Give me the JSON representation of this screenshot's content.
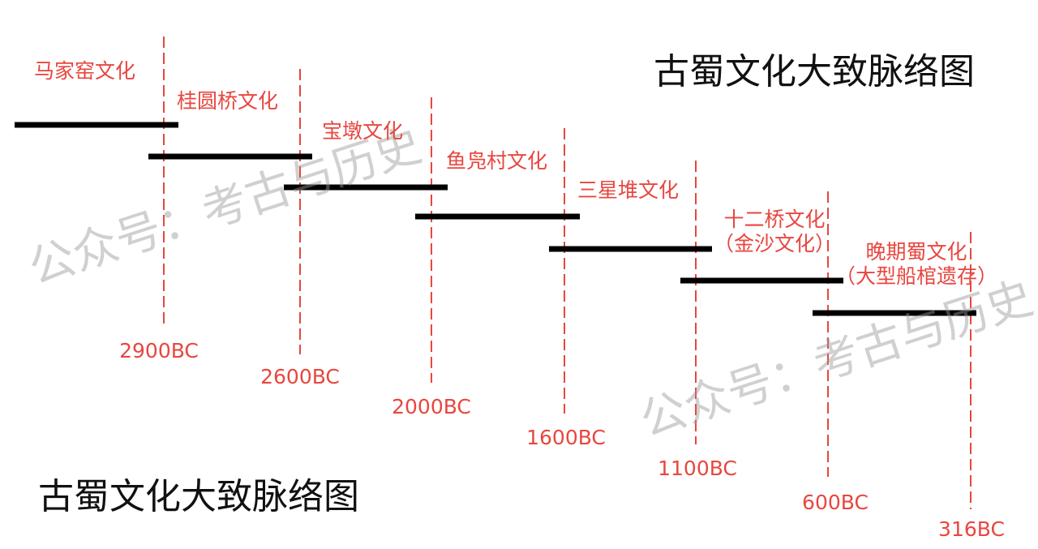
{
  "title": "古蜀文化大致脉络图",
  "watermark": "公众号：考古与历史",
  "colors": {
    "accent": "#e8463f",
    "bar": "#000000",
    "title": "#111111",
    "watermark": "#9a9a9a"
  },
  "years": [
    "2900BC",
    "2600BC",
    "2000BC",
    "1600BC",
    "1100BC",
    "600BC",
    "316BC"
  ],
  "cultures": [
    {
      "name": "马家窑文化",
      "sub": ""
    },
    {
      "name": "桂圆桥文化",
      "sub": ""
    },
    {
      "name": "宝墩文化",
      "sub": ""
    },
    {
      "name": "鱼凫村文化",
      "sub": ""
    },
    {
      "name": "三星堆文化",
      "sub": ""
    },
    {
      "name": "十二桥文化",
      "sub": "（金沙文化）"
    },
    {
      "name": "晚期蜀文化",
      "sub": "（大型船棺遗存）"
    }
  ]
}
